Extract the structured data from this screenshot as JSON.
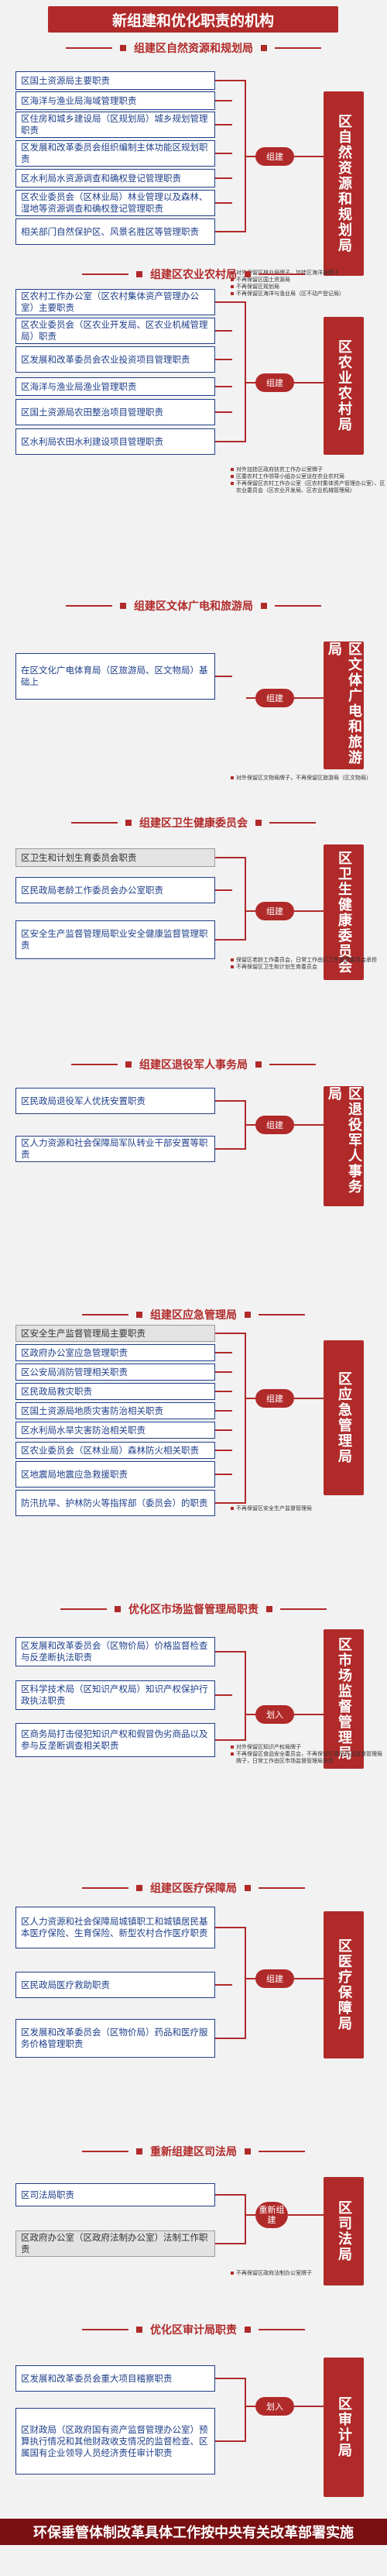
{
  "title": "新组建和优化职责的机构",
  "footer": "环保垂管体制改革具体工作按中央有关改革部署实施",
  "sections": [
    {
      "title": "组建区自然资源和规划局",
      "items": [
        {
          "text": "区国土资源局主要职责",
          "grey": false
        },
        {
          "text": "区海洋与渔业局海域管理职责",
          "grey": false
        },
        {
          "text": "区住房和城乡建设局（区规划局）城乡规划管理职责",
          "grey": false
        },
        {
          "text": "区发展和改革委员会组织编制主体功能区规划职责",
          "grey": false
        },
        {
          "text": "区水利局水资源调查和确权登记管理职责",
          "grey": false
        },
        {
          "text": "区农业委员会（区林业局）林业管理以及森林、湿地等资源调查和确权登记管理职责",
          "grey": false
        },
        {
          "text": "相关部门自然保护区、风景名胜区等管理职责",
          "grey": false
        }
      ],
      "action": "组建",
      "agency": "区自然资源和规划局",
      "notes": [
        "对外保留区林业局牌子，加挂区海洋局牌子",
        "不再保留区国土资源局",
        "不再保留区规划局",
        "不再保留区海洋与渔业局（区不动产登记局）"
      ]
    },
    {
      "title": "组建区农业农村局",
      "items": [
        {
          "text": "区农村工作办公室（区农村集体资产管理办公室）主要职责",
          "grey": false
        },
        {
          "text": "区农业委员会（区农业开发局、区农业机械管理局）职责",
          "grey": false
        },
        {
          "text": "区发展和改革委员会农业投资项目管理职责",
          "grey": false
        },
        {
          "text": "区海洋与渔业局渔业管理职责",
          "grey": false
        },
        {
          "text": "区国土资源局农田整治项目管理职责",
          "grey": false
        },
        {
          "text": "区水利局农田水利建设项目管理职责",
          "grey": false
        }
      ],
      "action": "组建",
      "agency": "区农业农村局",
      "notes": [
        "对外加挂区政府扶贫工作办公室牌子",
        "区委农村工作领导小组办公室设在农业农村局",
        "不再保留区农村工作办公室（区农村集体资产管理办公室）、区农业委员会（区农业开发局、区农业机械管理局）"
      ]
    },
    {
      "title": "组建区文体广电和旅游局",
      "items": [
        {
          "text": "在区文化广电体育局（区旅游局、区文物局）基础上",
          "grey": false
        }
      ],
      "action": "组建",
      "agency": "区文体广电和旅游局",
      "notes": [
        "对外保留区文物局牌子，不再保留区旅游局（区文物局）"
      ]
    },
    {
      "title": "组建区卫生健康委员会",
      "items": [
        {
          "text": "区卫生和计划生育委员会职责",
          "grey": true
        },
        {
          "text": "区民政局老龄工作委员会办公室职责",
          "grey": false
        },
        {
          "text": "区安全生产监督管理局职业安全健康监督管理职责",
          "grey": false
        }
      ],
      "action": "组建",
      "agency": "区卫生健康委员会",
      "notes": [
        "保留区老龄工作委员会，日常工作由区卫生健康委员会承担",
        "不再保留区卫生和计划生育委员会"
      ]
    },
    {
      "title": "组建区退役军人事务局",
      "items": [
        {
          "text": "区民政局退役军人优抚安置职责",
          "grey": false
        },
        {
          "text": "区人力资源和社会保障局军队转业干部安置等职责",
          "grey": false
        }
      ],
      "action": "组建",
      "agency": "区退役军人事务局",
      "notes": []
    },
    {
      "title": "组建区应急管理局",
      "items": [
        {
          "text": "区安全生产监督管理局主要职责",
          "grey": true
        },
        {
          "text": "区政府办公室应急管理职责",
          "grey": false
        },
        {
          "text": "区公安局消防管理相关职责",
          "grey": false
        },
        {
          "text": "区民政局救灾职责",
          "grey": false
        },
        {
          "text": "区国土资源局地质灾害防治相关职责",
          "grey": false
        },
        {
          "text": "区水利局水旱灾害防治相关职责",
          "grey": false
        },
        {
          "text": "区农业委员会（区林业局）森林防火相关职责",
          "grey": false
        },
        {
          "text": "区地震局地震应急救援职责",
          "grey": false
        },
        {
          "text": "防汛抗旱、护林防火等指挥部（委员会）的职责",
          "grey": false
        }
      ],
      "action": "组建",
      "agency": "区应急管理局",
      "notes": [
        "不再保留区安全生产监督管理局"
      ]
    },
    {
      "title": "优化区市场监督管理局职责",
      "items": [
        {
          "text": "区发展和改革委员会（区物价局）价格监督检查与反垄断执法职责",
          "grey": false
        },
        {
          "text": "区科学技术局（区知识产权局）知识产权保护行政执法职责",
          "grey": false
        },
        {
          "text": "区商务局打击侵犯知识产权和假冒伪劣商品以及参与反垄断调查相关职责",
          "grey": false
        }
      ],
      "action": "划入",
      "agency": "区市场监督管理局",
      "notes": [
        "对外保留区知识产权局牌子",
        "不再保留区食品安全委员会，不再保留区食品药品监督管理局牌子，日常工作由区市场监督管理局承担"
      ]
    },
    {
      "title": "组建区医疗保障局",
      "items": [
        {
          "text": "区人力资源和社会保障局城镇职工和城镇居民基本医疗保险、生育保险、新型农村合作医疗职责",
          "grey": false
        },
        {
          "text": "区民政局医疗救助职责",
          "grey": false
        },
        {
          "text": "区发展和改革委员会（区物价局）药品和医疗服务价格管理职责",
          "grey": false
        }
      ],
      "action": "组建",
      "agency": "区医疗保障局",
      "notes": []
    },
    {
      "title": "重新组建区司法局",
      "items": [
        {
          "text": "区司法局职责",
          "grey": false
        },
        {
          "text": "区政府办公室（区政府法制办公室）法制工作职责",
          "grey": true
        }
      ],
      "action": "重新组建",
      "agency": "区司法局",
      "notes": [
        "不再保留区政府法制办公室牌子"
      ]
    },
    {
      "title": "优化区审计局职责",
      "items": [
        {
          "text": "区发展和改革委员会重大项目稽察职责",
          "grey": false
        },
        {
          "text": "区财政局（区政府国有资产监督管理办公室）预算执行情况和其他财政收支情况的监督检查、区属国有企业领导人员经济责任审计职责",
          "grey": false
        }
      ],
      "action": "划入",
      "agency": "区审计局",
      "notes": []
    }
  ]
}
